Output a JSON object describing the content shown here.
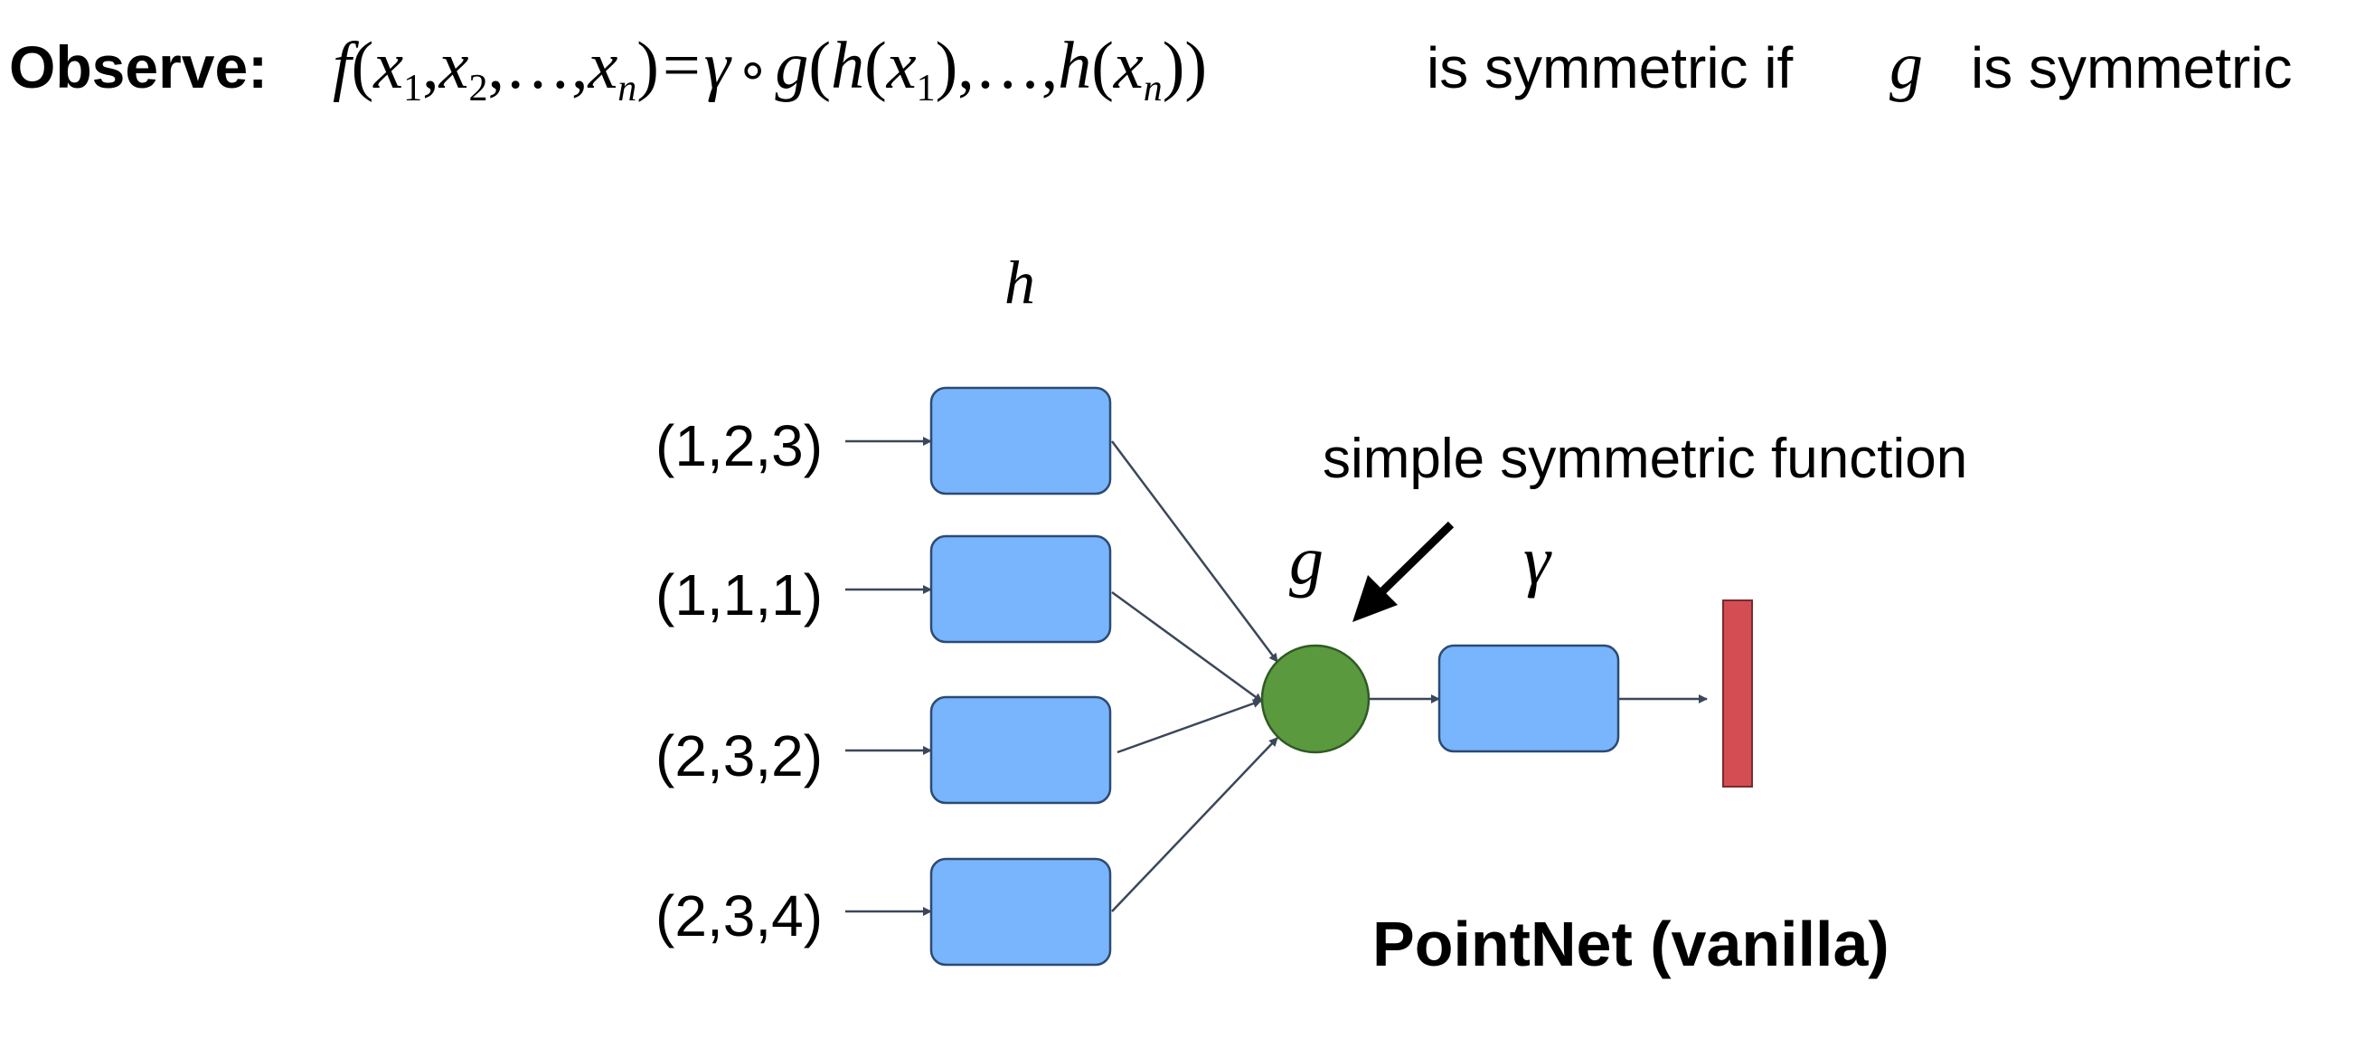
{
  "slide": {
    "observe_label": "Observe:",
    "formula": {
      "f": "f",
      "open_paren": "(",
      "x": "x",
      "sub_1": "1",
      "sub_2": "2",
      "sub_n": "n",
      "comma": ",",
      "ellipsis": "…",
      "close_paren": ")",
      "equals": "=",
      "gamma": "γ",
      "compose": "∘",
      "g": "g",
      "h": "h",
      "double_close": "))"
    },
    "sentence_part1": "is symmetric if",
    "sentence_g": "g",
    "sentence_part2": "is symmetric"
  },
  "diagram": {
    "h_label": "h",
    "inputs": [
      "(1,2,3)",
      "(1,1,1)",
      "(2,3,2)",
      "(2,3,4)"
    ],
    "g_label": "g",
    "gamma_label": "γ",
    "annotation": "simple symmetric function",
    "title": "PointNet (vanilla)",
    "colors": {
      "box_fill": "#78b5fc",
      "box_stroke": "#2d4a73",
      "node_fill": "#5a993e",
      "node_stroke": "#2f5a25",
      "output_fill": "#d44d52",
      "output_stroke": "#7a2a2d",
      "line": "#3b4759",
      "text": "#000000"
    }
  }
}
